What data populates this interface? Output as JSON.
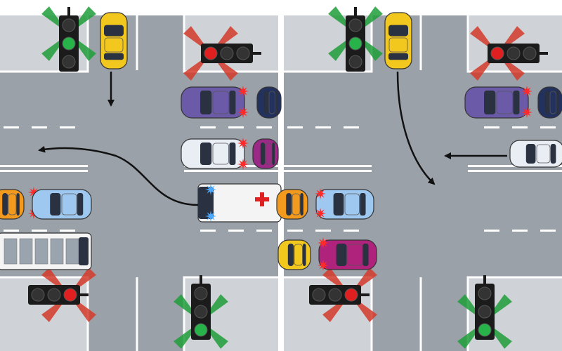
{
  "colors": {
    "road": "#9aa1a8",
    "sidewalk": "#cfd2d6",
    "curb": "#ffffff",
    "lane_line": "#ffffff",
    "arrow": "#111111",
    "green_beam": "#1e9e3a",
    "red_beam": "#d43a2a",
    "green_light": "#27b34a",
    "red_light": "#e02020",
    "signal_body": "#1b1b1b",
    "brake_light": "#ff2a2a",
    "beacon": "#4aa8ff",
    "ambulance_cross": "#e02020",
    "car_yellow": "#f2c81e",
    "car_purple": "#6a5aa8",
    "car_navy": "#23315e",
    "car_white": "#e9eef5",
    "car_magenta": "#9a2a86",
    "car_orange": "#f29a1e",
    "car_blue": "#9ec8ef",
    "car_pink": "#b0237c",
    "bus_white": "#f4f4f4"
  },
  "panels": [
    {
      "name": "panel-left",
      "traffic_lights": [
        {
          "name": "traffic-light-top-left",
          "state": "green"
        },
        {
          "name": "traffic-light-top-right",
          "state": "red"
        },
        {
          "name": "traffic-light-bottom-left",
          "state": "red"
        },
        {
          "name": "traffic-light-bottom-right",
          "state": "green"
        }
      ],
      "vehicles": [
        {
          "name": "yellow-car",
          "kind": "car",
          "color": "car_yellow"
        },
        {
          "name": "purple-car",
          "kind": "car",
          "color": "car_purple"
        },
        {
          "name": "navy-car",
          "kind": "car",
          "color": "car_navy"
        },
        {
          "name": "white-car",
          "kind": "car",
          "color": "car_white"
        },
        {
          "name": "magenta-car",
          "kind": "car",
          "color": "car_magenta"
        },
        {
          "name": "ambulance",
          "kind": "ambulance",
          "color": "bus_white"
        },
        {
          "name": "orange-car",
          "kind": "car",
          "color": "car_orange"
        },
        {
          "name": "blue-car",
          "kind": "car",
          "color": "car_blue"
        },
        {
          "name": "bus",
          "kind": "bus",
          "color": "bus_white"
        }
      ],
      "arrows": [
        {
          "name": "arrow-yellow-straight"
        },
        {
          "name": "arrow-ambulance-left-turn"
        }
      ]
    },
    {
      "name": "panel-right",
      "traffic_lights": [
        {
          "name": "traffic-light-top-left",
          "state": "green"
        },
        {
          "name": "traffic-light-top-right",
          "state": "red"
        },
        {
          "name": "traffic-light-bottom-left",
          "state": "red"
        },
        {
          "name": "traffic-light-bottom-right",
          "state": "green"
        }
      ],
      "vehicles": [
        {
          "name": "yellow-car",
          "kind": "car",
          "color": "car_yellow"
        },
        {
          "name": "purple-car",
          "kind": "car",
          "color": "car_purple"
        },
        {
          "name": "navy-car",
          "kind": "car",
          "color": "car_navy"
        },
        {
          "name": "white-car",
          "kind": "car",
          "color": "car_white"
        },
        {
          "name": "orange-car",
          "kind": "car",
          "color": "car_orange"
        },
        {
          "name": "blue-car",
          "kind": "car",
          "color": "car_blue"
        },
        {
          "name": "yellow-car-2",
          "kind": "car",
          "color": "car_yellow"
        },
        {
          "name": "pink-car",
          "kind": "car",
          "color": "car_pink"
        }
      ],
      "arrows": [
        {
          "name": "arrow-yellow-left-turn"
        },
        {
          "name": "arrow-white-straight"
        }
      ]
    }
  ]
}
